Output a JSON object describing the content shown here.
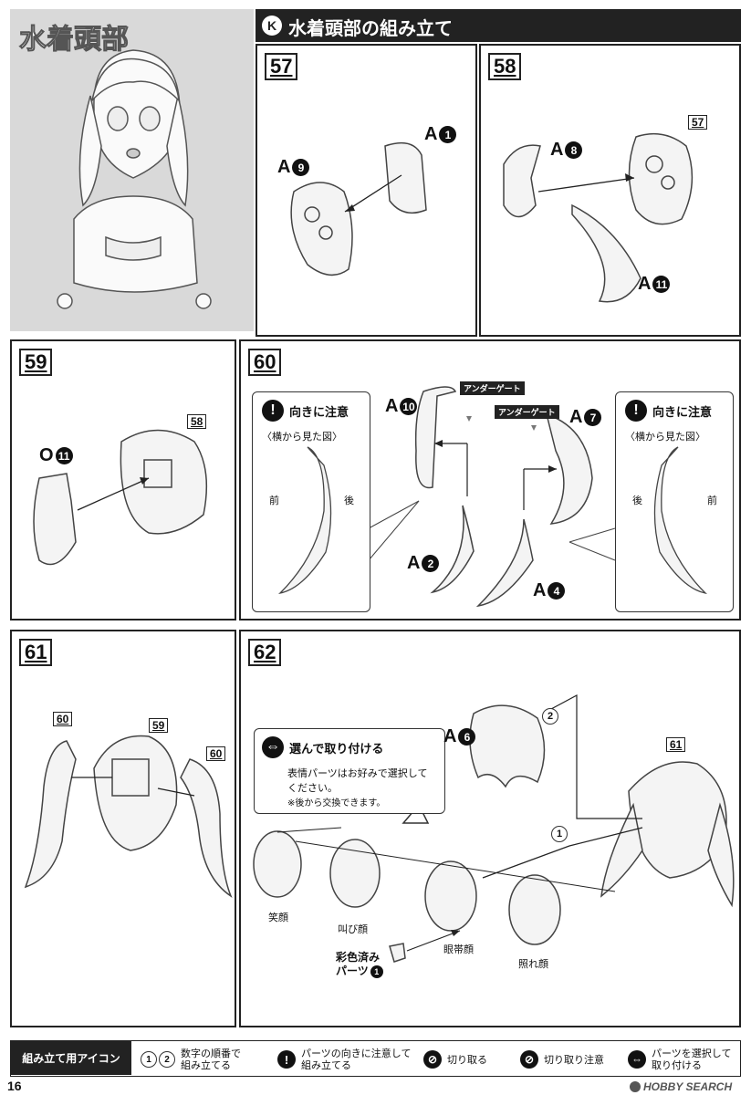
{
  "header": {
    "section_title": "水着頭部",
    "subtitle": "水着頭部の組み立て",
    "subtitle_icon": "k-badge-icon"
  },
  "steps": {
    "s57": {
      "num": "57",
      "parts": {
        "a9": {
          "letter": "A",
          "n": "9"
        },
        "a1": {
          "letter": "A",
          "n": "1"
        }
      }
    },
    "s58": {
      "num": "58",
      "ref": "57",
      "parts": {
        "a8": {
          "letter": "A",
          "n": "8"
        },
        "a11": {
          "letter": "A",
          "n": "11"
        }
      }
    },
    "s59": {
      "num": "59",
      "ref": "58",
      "parts": {
        "o11": {
          "letter": "O",
          "n": "11"
        }
      }
    },
    "s60": {
      "num": "60",
      "parts": {
        "a10": {
          "letter": "A",
          "n": "10"
        },
        "a7": {
          "letter": "A",
          "n": "7"
        },
        "a2": {
          "letter": "A",
          "n": "2"
        },
        "a4": {
          "letter": "A",
          "n": "4"
        }
      },
      "gate_label": "アンダーゲート",
      "note_left": {
        "title": "向きに注意",
        "caption": "〈横から見た図〉",
        "front": "前",
        "back": "後"
      },
      "note_right": {
        "title": "向きに注意",
        "caption": "〈横から見た図〉",
        "front": "前",
        "back": "後"
      }
    },
    "s61": {
      "num": "61",
      "refs": {
        "left": "60",
        "center": "59",
        "right": "60"
      }
    },
    "s62": {
      "num": "62",
      "ref": "61",
      "parts": {
        "a6": {
          "letter": "A",
          "n": "6"
        }
      },
      "order1": "1",
      "order2": "2",
      "note": {
        "title": "選んで取り付ける",
        "line1": "表情パーツはお好みで選択して",
        "line2": "ください。",
        "line3": "※後から交換できます。"
      },
      "faces": [
        "笑顔",
        "叫び顔",
        "眼帯顔",
        "照れ顔"
      ],
      "colored_part": {
        "line1": "彩色済み",
        "line2": "パーツ",
        "n": "1"
      }
    }
  },
  "legend": {
    "title": "組み立て用アイコン",
    "items": [
      {
        "icon": "number-order-icon",
        "text": "数字の順番で\n組み立てる",
        "num1": "1",
        "num2": "2"
      },
      {
        "icon": "warning-icon",
        "text": "パーツの向きに注意して\n組み立てる"
      },
      {
        "icon": "cut-icon",
        "text": "切り取る"
      },
      {
        "icon": "cut-caution-icon",
        "text": "切り取り注意"
      },
      {
        "icon": "select-parts-icon",
        "text": "パーツを選択して\n取り付ける"
      }
    ]
  },
  "footer": {
    "page_number": "16",
    "watermark": "HOBBY SEARCH"
  }
}
